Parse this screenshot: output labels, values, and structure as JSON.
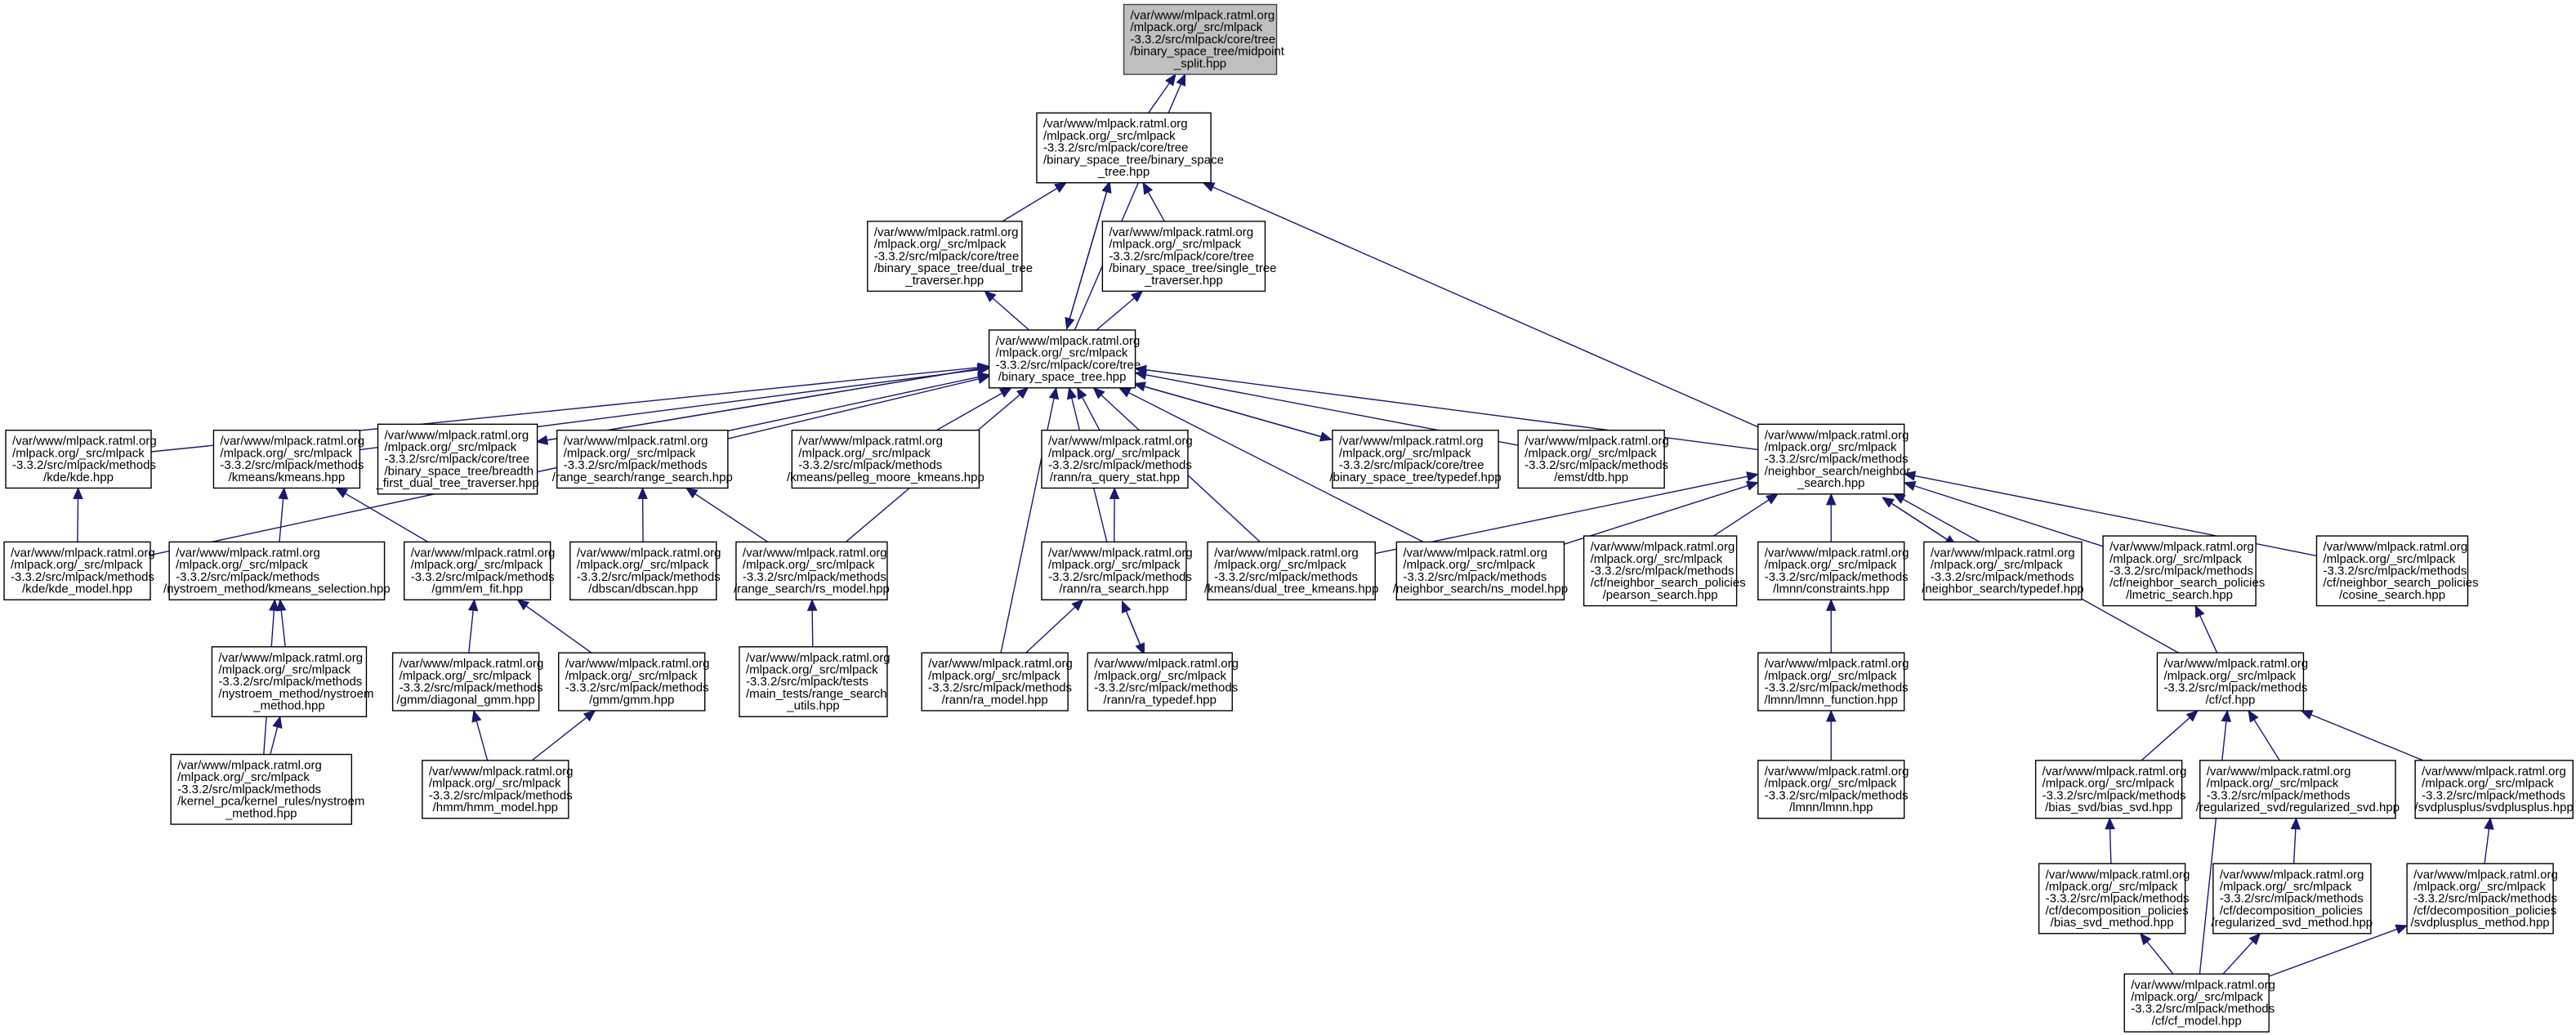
{
  "graph": {
    "colors": {
      "edge": "#191970",
      "current_node_fill": "#bfbfbf",
      "node_fill": "#ffffff",
      "border": "#000000"
    },
    "current_node": 0,
    "nodes": [
      {
        "lines": [
          "/var/www/mlpack.ratml.org",
          "/mlpack.org/_src/mlpack",
          "-3.3.2/src/mlpack/core/tree",
          "/binary_space_tree/midpoint",
          "_split.hpp"
        ]
      },
      {
        "lines": [
          "/var/www/mlpack.ratml.org",
          "/mlpack.org/_src/mlpack",
          "-3.3.2/src/mlpack/core/tree",
          "/binary_space_tree/binary_space",
          "_tree.hpp"
        ]
      },
      {
        "lines": [
          "/var/www/mlpack.ratml.org",
          "/mlpack.org/_src/mlpack",
          "-3.3.2/src/mlpack/core/tree",
          "/binary_space_tree/dual_tree",
          "_traverser.hpp"
        ]
      },
      {
        "lines": [
          "/var/www/mlpack.ratml.org",
          "/mlpack.org/_src/mlpack",
          "-3.3.2/src/mlpack/core/tree",
          "/binary_space_tree/single_tree",
          "_traverser.hpp"
        ]
      },
      {
        "lines": [
          "/var/www/mlpack.ratml.org",
          "/mlpack.org/_src/mlpack",
          "-3.3.2/src/mlpack/core/tree",
          "/binary_space_tree.hpp"
        ]
      },
      {
        "lines": [
          "/var/www/mlpack.ratml.org",
          "/mlpack.org/_src/mlpack",
          "-3.3.2/src/mlpack/methods",
          "/kde/kde.hpp"
        ]
      },
      {
        "lines": [
          "/var/www/mlpack.ratml.org",
          "/mlpack.org/_src/mlpack",
          "-3.3.2/src/mlpack/methods",
          "/kmeans/kmeans.hpp"
        ]
      },
      {
        "lines": [
          "/var/www/mlpack.ratml.org",
          "/mlpack.org/_src/mlpack",
          "-3.3.2/src/mlpack/core/tree",
          "/binary_space_tree/breadth",
          "_first_dual_tree_traverser.hpp"
        ]
      },
      {
        "lines": [
          "/var/www/mlpack.ratml.org",
          "/mlpack.org/_src/mlpack",
          "-3.3.2/src/mlpack/methods",
          "/range_search/range_search.hpp"
        ]
      },
      {
        "lines": [
          "/var/www/mlpack.ratml.org",
          "/mlpack.org/_src/mlpack",
          "-3.3.2/src/mlpack/methods",
          "/kmeans/pelleg_moore_kmeans.hpp"
        ]
      },
      {
        "lines": [
          "/var/www/mlpack.ratml.org",
          "/mlpack.org/_src/mlpack",
          "-3.3.2/src/mlpack/methods",
          "/rann/ra_query_stat.hpp"
        ]
      },
      {
        "lines": [
          "/var/www/mlpack.ratml.org",
          "/mlpack.org/_src/mlpack",
          "-3.3.2/src/mlpack/core/tree",
          "/binary_space_tree/typedef.hpp"
        ]
      },
      {
        "lines": [
          "/var/www/mlpack.ratml.org",
          "/mlpack.org/_src/mlpack",
          "-3.3.2/src/mlpack/methods",
          "/emst/dtb.hpp"
        ]
      },
      {
        "lines": [
          "/var/www/mlpack.ratml.org",
          "/mlpack.org/_src/mlpack",
          "-3.3.2/src/mlpack/methods",
          "/neighbor_search/neighbor",
          "_search.hpp"
        ]
      },
      {
        "lines": [
          "/var/www/mlpack.ratml.org",
          "/mlpack.org/_src/mlpack",
          "-3.3.2/src/mlpack/methods",
          "/kde/kde_model.hpp"
        ]
      },
      {
        "lines": [
          "/var/www/mlpack.ratml.org",
          "/mlpack.org/_src/mlpack",
          "-3.3.2/src/mlpack/methods",
          "/nystroem_method/kmeans_selection.hpp"
        ]
      },
      {
        "lines": [
          "/var/www/mlpack.ratml.org",
          "/mlpack.org/_src/mlpack",
          "-3.3.2/src/mlpack/methods",
          "/gmm/em_fit.hpp"
        ]
      },
      {
        "lines": [
          "/var/www/mlpack.ratml.org",
          "/mlpack.org/_src/mlpack",
          "-3.3.2/src/mlpack/methods",
          "/dbscan/dbscan.hpp"
        ]
      },
      {
        "lines": [
          "/var/www/mlpack.ratml.org",
          "/mlpack.org/_src/mlpack",
          "-3.3.2/src/mlpack/methods",
          "/range_search/rs_model.hpp"
        ]
      },
      {
        "lines": [
          "/var/www/mlpack.ratml.org",
          "/mlpack.org/_src/mlpack",
          "-3.3.2/src/mlpack/methods",
          "/rann/ra_search.hpp"
        ]
      },
      {
        "lines": [
          "/var/www/mlpack.ratml.org",
          "/mlpack.org/_src/mlpack",
          "-3.3.2/src/mlpack/methods",
          "/kmeans/dual_tree_kmeans.hpp"
        ]
      },
      {
        "lines": [
          "/var/www/mlpack.ratml.org",
          "/mlpack.org/_src/mlpack",
          "-3.3.2/src/mlpack/methods",
          "/neighbor_search/ns_model.hpp"
        ]
      },
      {
        "lines": [
          "/var/www/mlpack.ratml.org",
          "/mlpack.org/_src/mlpack",
          "-3.3.2/src/mlpack/methods",
          "/cf/neighbor_search_policies",
          "/pearson_search.hpp"
        ]
      },
      {
        "lines": [
          "/var/www/mlpack.ratml.org",
          "/mlpack.org/_src/mlpack",
          "-3.3.2/src/mlpack/methods",
          "/lmnn/constraints.hpp"
        ]
      },
      {
        "lines": [
          "/var/www/mlpack.ratml.org",
          "/mlpack.org/_src/mlpack",
          "-3.3.2/src/mlpack/methods",
          "/neighbor_search/typedef.hpp"
        ]
      },
      {
        "lines": [
          "/var/www/mlpack.ratml.org",
          "/mlpack.org/_src/mlpack",
          "-3.3.2/src/mlpack/methods",
          "/cf/neighbor_search_policies",
          "/lmetric_search.hpp"
        ]
      },
      {
        "lines": [
          "/var/www/mlpack.ratml.org",
          "/mlpack.org/_src/mlpack",
          "-3.3.2/src/mlpack/methods",
          "/cf/neighbor_search_policies",
          "/cosine_search.hpp"
        ]
      },
      {
        "lines": [
          "/var/www/mlpack.ratml.org",
          "/mlpack.org/_src/mlpack",
          "-3.3.2/src/mlpack/methods",
          "/nystroem_method/nystroem",
          "_method.hpp"
        ]
      },
      {
        "lines": [
          "/var/www/mlpack.ratml.org",
          "/mlpack.org/_src/mlpack",
          "-3.3.2/src/mlpack/methods",
          "/gmm/diagonal_gmm.hpp"
        ]
      },
      {
        "lines": [
          "/var/www/mlpack.ratml.org",
          "/mlpack.org/_src/mlpack",
          "-3.3.2/src/mlpack/methods",
          "/gmm/gmm.hpp"
        ]
      },
      {
        "lines": [
          "/var/www/mlpack.ratml.org",
          "/mlpack.org/_src/mlpack",
          "-3.3.2/src/mlpack/tests",
          "/main_tests/range_search",
          "_utils.hpp"
        ]
      },
      {
        "lines": [
          "/var/www/mlpack.ratml.org",
          "/mlpack.org/_src/mlpack",
          "-3.3.2/src/mlpack/methods",
          "/rann/ra_model.hpp"
        ]
      },
      {
        "lines": [
          "/var/www/mlpack.ratml.org",
          "/mlpack.org/_src/mlpack",
          "-3.3.2/src/mlpack/methods",
          "/rann/ra_typedef.hpp"
        ]
      },
      {
        "lines": [
          "/var/www/mlpack.ratml.org",
          "/mlpack.org/_src/mlpack",
          "-3.3.2/src/mlpack/methods",
          "/lmnn/lmnn_function.hpp"
        ]
      },
      {
        "lines": [
          "/var/www/mlpack.ratml.org",
          "/mlpack.org/_src/mlpack",
          "-3.3.2/src/mlpack/methods",
          "/cf/cf.hpp"
        ]
      },
      {
        "lines": [
          "/var/www/mlpack.ratml.org",
          "/mlpack.org/_src/mlpack",
          "-3.3.2/src/mlpack/methods",
          "/kernel_pca/kernel_rules/nystroem",
          "_method.hpp"
        ]
      },
      {
        "lines": [
          "/var/www/mlpack.ratml.org",
          "/mlpack.org/_src/mlpack",
          "-3.3.2/src/mlpack/methods",
          "/hmm/hmm_model.hpp"
        ]
      },
      {
        "lines": [
          "/var/www/mlpack.ratml.org",
          "/mlpack.org/_src/mlpack",
          "-3.3.2/src/mlpack/methods",
          "/lmnn/lmnn.hpp"
        ]
      },
      {
        "lines": [
          "/var/www/mlpack.ratml.org",
          "/mlpack.org/_src/mlpack",
          "-3.3.2/src/mlpack/methods",
          "/bias_svd/bias_svd.hpp"
        ]
      },
      {
        "lines": [
          "/var/www/mlpack.ratml.org",
          "/mlpack.org/_src/mlpack",
          "-3.3.2/src/mlpack/methods",
          "/regularized_svd/regularized_svd.hpp"
        ]
      },
      {
        "lines": [
          "/var/www/mlpack.ratml.org",
          "/mlpack.org/_src/mlpack",
          "-3.3.2/src/mlpack/methods",
          "/svdplusplus/svdplusplus.hpp"
        ]
      },
      {
        "lines": [
          "/var/www/mlpack.ratml.org",
          "/mlpack.org/_src/mlpack",
          "-3.3.2/src/mlpack/methods",
          "/cf/decomposition_policies",
          "/bias_svd_method.hpp"
        ]
      },
      {
        "lines": [
          "/var/www/mlpack.ratml.org",
          "/mlpack.org/_src/mlpack",
          "-3.3.2/src/mlpack/methods",
          "/cf/decomposition_policies",
          "/regularized_svd_method.hpp"
        ]
      },
      {
        "lines": [
          "/var/www/mlpack.ratml.org",
          "/mlpack.org/_src/mlpack",
          "-3.3.2/src/mlpack/methods",
          "/cf/decomposition_policies",
          "/svdplusplus_method.hpp"
        ]
      },
      {
        "lines": [
          "/var/www/mlpack.ratml.org",
          "/mlpack.org/_src/mlpack",
          "-3.3.2/src/mlpack/methods",
          "/cf/cf_model.hpp"
        ]
      }
    ],
    "edges": [
      [
        1,
        0
      ],
      [
        4,
        0
      ],
      [
        2,
        1
      ],
      [
        3,
        1
      ],
      [
        4,
        1
      ],
      [
        1,
        4
      ],
      [
        13,
        1
      ],
      [
        4,
        2
      ],
      [
        4,
        3
      ],
      [
        5,
        4
      ],
      [
        14,
        4
      ],
      [
        6,
        4
      ],
      [
        7,
        4
      ],
      [
        4,
        7
      ],
      [
        8,
        4
      ],
      [
        18,
        4
      ],
      [
        9,
        4
      ],
      [
        10,
        4
      ],
      [
        19,
        4
      ],
      [
        31,
        4
      ],
      [
        20,
        4
      ],
      [
        21,
        4
      ],
      [
        11,
        4
      ],
      [
        4,
        11
      ],
      [
        12,
        4
      ],
      [
        13,
        4
      ],
      [
        14,
        5
      ],
      [
        15,
        6
      ],
      [
        16,
        6
      ],
      [
        17,
        8
      ],
      [
        18,
        8
      ],
      [
        19,
        10
      ],
      [
        27,
        15
      ],
      [
        35,
        15
      ],
      [
        35,
        27
      ],
      [
        28,
        16
      ],
      [
        29,
        16
      ],
      [
        36,
        28
      ],
      [
        36,
        29
      ],
      [
        30,
        18
      ],
      [
        31,
        19
      ],
      [
        32,
        19
      ],
      [
        19,
        32
      ],
      [
        20,
        13
      ],
      [
        21,
        13
      ],
      [
        22,
        13
      ],
      [
        23,
        13
      ],
      [
        24,
        13
      ],
      [
        13,
        24
      ],
      [
        25,
        13
      ],
      [
        26,
        13
      ],
      [
        34,
        13
      ],
      [
        33,
        23
      ],
      [
        37,
        33
      ],
      [
        34,
        25
      ],
      [
        38,
        34
      ],
      [
        39,
        34
      ],
      [
        40,
        34
      ],
      [
        41,
        38
      ],
      [
        42,
        39
      ],
      [
        43,
        40
      ],
      [
        44,
        41
      ],
      [
        44,
        42
      ],
      [
        44,
        43
      ],
      [
        44,
        34
      ]
    ]
  }
}
